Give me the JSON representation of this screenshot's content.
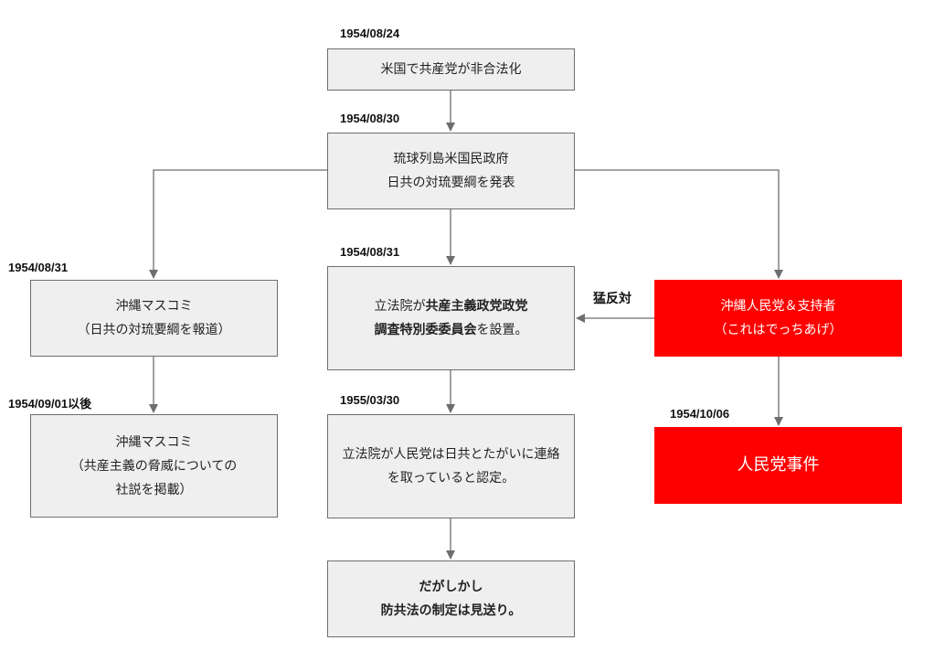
{
  "dates": {
    "d1": "1954/08/24",
    "d2": "1954/08/30",
    "d3": "1954/08/31",
    "d4": "1954/08/31",
    "d5": "1954/09/01以後",
    "d6": "1955/03/30",
    "d7": "1954/10/06"
  },
  "nodes": {
    "us_outlaw": {
      "lines": [
        "米国で共産党が非合法化"
      ]
    },
    "usar": {
      "lines": [
        "琉球列島米国民政府",
        "日共の対琉要綱を発表"
      ]
    },
    "media1": {
      "lines": [
        "沖縄マスコミ",
        "（日共の対琉要綱を報道）"
      ]
    },
    "media2": {
      "lines": [
        "沖縄マスコミ",
        "（共産主義の脅威についての",
        "社説を掲載）"
      ]
    },
    "committee": {
      "line1_pre": "立法院が",
      "line1_bold": "共産主義政党政党",
      "line2_bold": "調査特別委委員会",
      "line2_post": "を設置。"
    },
    "recognize": {
      "lines": [
        "立法院が人民党は日共とたがいに連絡",
        "を取っていると認定。"
      ]
    },
    "however": {
      "lines": [
        "だがしかし",
        "防共法の制定は見送り。"
      ]
    },
    "peoples_party": {
      "lines": [
        "沖縄人民党＆支持者",
        "（これはでっちあげ）"
      ]
    },
    "incident": {
      "lines": [
        "人民党事件"
      ]
    }
  },
  "labels": {
    "opposition": "猛反対"
  },
  "colors": {
    "box_fill": "#efefef",
    "box_border": "#6e6e6e",
    "highlight": "#ff0000",
    "arrow": "#6e6e6e"
  }
}
